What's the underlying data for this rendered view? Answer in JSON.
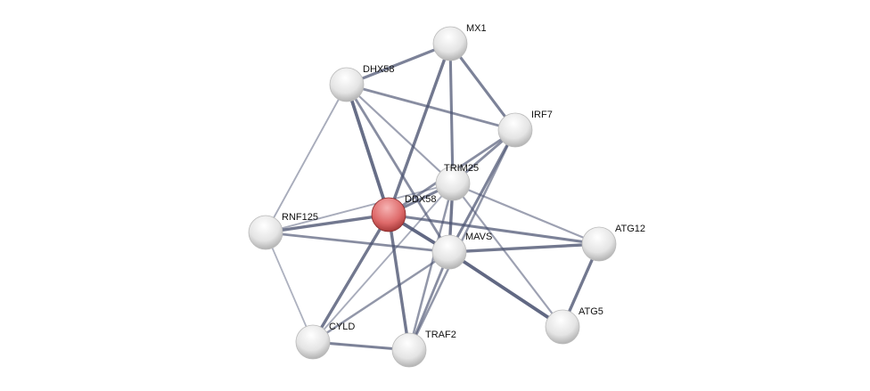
{
  "network": {
    "query_color": "#e06b6b",
    "node_color": "#e8e8e8",
    "edge_color": "#4a5270",
    "nodes": [
      {
        "id": "MX1",
        "label": "MX1",
        "query": false
      },
      {
        "id": "DHX58",
        "label": "DHX58",
        "query": false
      },
      {
        "id": "IRF7",
        "label": "IRF7",
        "query": false
      },
      {
        "id": "TRIM25",
        "label": "TRIM25",
        "query": false
      },
      {
        "id": "DDX58",
        "label": "DDX58",
        "query": true
      },
      {
        "id": "RNF125",
        "label": "RNF125",
        "query": false
      },
      {
        "id": "MAVS",
        "label": "MAVS",
        "query": false
      },
      {
        "id": "ATG12",
        "label": "ATG12",
        "query": false
      },
      {
        "id": "ATG5",
        "label": "ATG5",
        "query": false
      },
      {
        "id": "CYLD",
        "label": "CYLD",
        "query": false
      },
      {
        "id": "TRAF2",
        "label": "TRAF2",
        "query": false
      }
    ],
    "edges": [
      [
        "MX1",
        "DHX58",
        0.7
      ],
      [
        "MX1",
        "DDX58",
        0.8
      ],
      [
        "MX1",
        "TRIM25",
        0.7
      ],
      [
        "MX1",
        "IRF7",
        0.7
      ],
      [
        "DHX58",
        "IRF7",
        0.6
      ],
      [
        "DHX58",
        "DDX58",
        0.9
      ],
      [
        "DHX58",
        "MAVS",
        0.6
      ],
      [
        "DHX58",
        "TRIM25",
        0.4
      ],
      [
        "DHX58",
        "RNF125",
        0.3
      ],
      [
        "IRF7",
        "TRIM25",
        0.6
      ],
      [
        "IRF7",
        "DDX58",
        0.6
      ],
      [
        "IRF7",
        "MAVS",
        0.7
      ],
      [
        "IRF7",
        "TRAF2",
        0.5
      ],
      [
        "TRIM25",
        "DDX58",
        0.7
      ],
      [
        "TRIM25",
        "MAVS",
        0.8
      ],
      [
        "TRIM25",
        "ATG12",
        0.4
      ],
      [
        "TRIM25",
        "ATG5",
        0.4
      ],
      [
        "TRIM25",
        "CYLD",
        0.3
      ],
      [
        "TRIM25",
        "TRAF2",
        0.5
      ],
      [
        "DDX58",
        "RNF125",
        0.8
      ],
      [
        "DDX58",
        "MAVS",
        0.95
      ],
      [
        "DDX58",
        "ATG12",
        0.7
      ],
      [
        "DDX58",
        "CYLD",
        0.8
      ],
      [
        "DDX58",
        "TRAF2",
        0.8
      ],
      [
        "RNF125",
        "MAVS",
        0.6
      ],
      [
        "RNF125",
        "CYLD",
        0.25
      ],
      [
        "RNF125",
        "TRIM25",
        0.3
      ],
      [
        "MAVS",
        "ATG12",
        0.8
      ],
      [
        "MAVS",
        "ATG5",
        0.95
      ],
      [
        "MAVS",
        "CYLD",
        0.5
      ],
      [
        "MAVS",
        "TRAF2",
        0.6
      ],
      [
        "ATG12",
        "ATG5",
        0.8
      ],
      [
        "CYLD",
        "TRAF2",
        0.7
      ]
    ]
  }
}
